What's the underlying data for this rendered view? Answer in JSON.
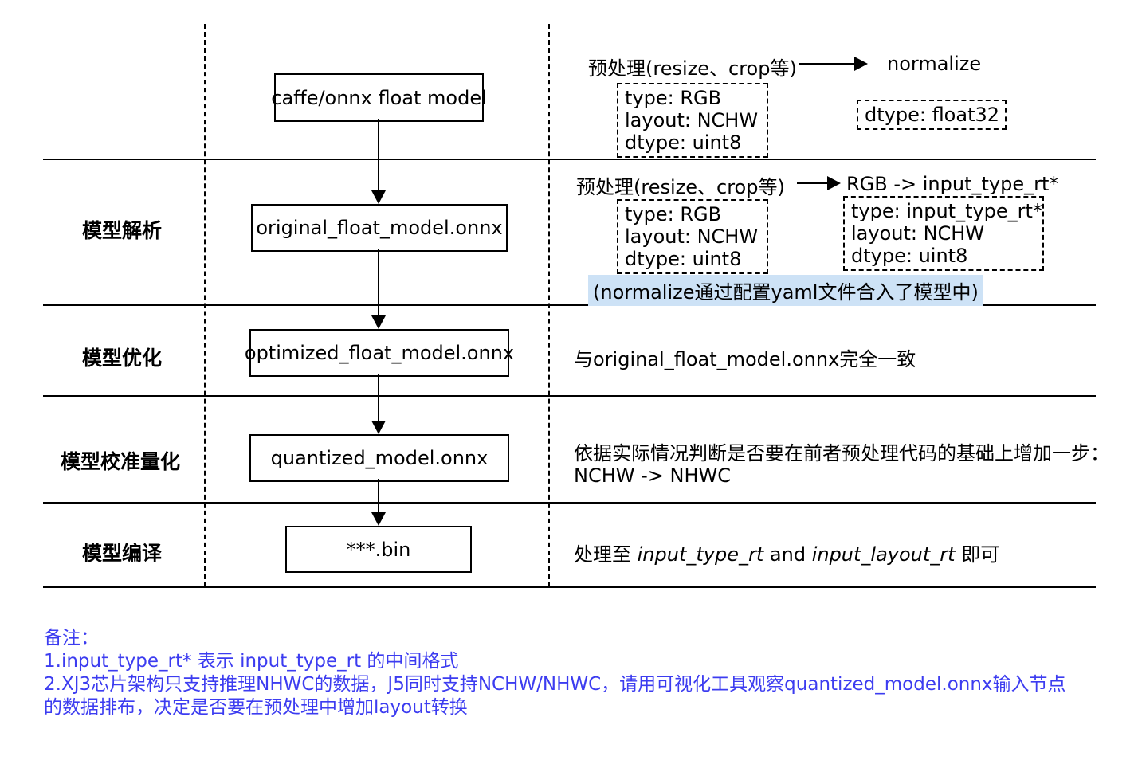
{
  "colors": {
    "note_blue": "#3c3cf0",
    "highlight_bg": "#cde2f6",
    "line_black": "#000000"
  },
  "flow": {
    "source_box": "caffe/onnx float model",
    "stages": [
      {
        "label": "模型解析",
        "box": "original_float_model.onnx"
      },
      {
        "label": "模型优化",
        "box": "optimized_float_model.onnx"
      },
      {
        "label": "模型校准量化",
        "box": "quantized_model.onnx"
      },
      {
        "label": "模型编译",
        "box": "***.bin"
      }
    ]
  },
  "right": {
    "row1": {
      "preprocess": "预处理(resize、crop等)",
      "target": "normalize",
      "input_props": [
        "type: RGB",
        "layout: NCHW",
        "dtype: uint8"
      ],
      "output_props": [
        "dtype: float32"
      ]
    },
    "row2": {
      "preprocess": "预处理(resize、crop等)",
      "target": "RGB -> input_type_rt*",
      "input_props": [
        "type: RGB",
        "layout: NCHW",
        "dtype: uint8"
      ],
      "output_props": [
        "type: input_type_rt*",
        "layout: NCHW",
        "dtype: uint8"
      ],
      "note": "(normalize通过配置yaml文件合入了模型中)"
    },
    "row3": {
      "text": "与original_float_model.onnx完全一致"
    },
    "row4": {
      "line1": "依据实际情况判断是否要在前者预处理代码的基础上增加一步：",
      "line2": "NCHW -> NHWC"
    },
    "row5": {
      "prefix": "处理至 ",
      "italic1": "input_type_rt",
      "middle": " and ",
      "italic2": "input_layout_rt",
      "suffix": " 即可"
    }
  },
  "notes": {
    "title": "备注：",
    "line1": "1.input_type_rt* 表示 input_type_rt 的中间格式",
    "line2": "2.XJ3芯片架构只支持推理NHWC的数据，J5同时支持NCHW/NHWC，请用可视化工具观察quantized_model.onnx输入节点",
    "line3": "的数据排布，决定是否要在预处理中增加layout转换"
  }
}
